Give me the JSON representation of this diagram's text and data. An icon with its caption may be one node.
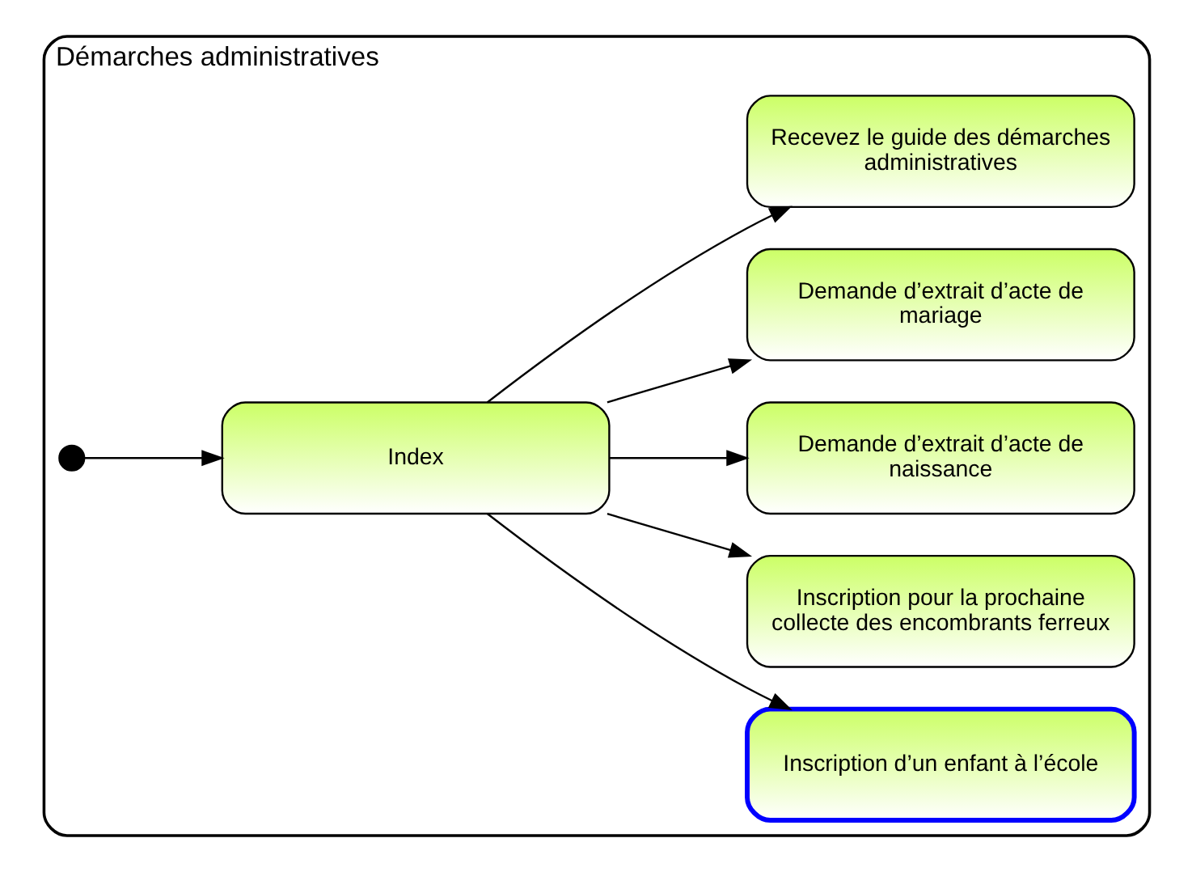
{
  "diagram": {
    "nodes": [
      {
        "text": [
          "Démarches administratives"
        ]
      },
      {
        "text": [],
        "shape": "circle",
        "in": 0
      },
      {
        "text": [
          "Index"
        ],
        "in": 0
      },
      {
        "text": [
          "Inscription d’un enfant à l’école"
        ],
        "in": 0
      },
      {
        "text": [
          "Inscription pour la prochaine collecte des encombrants ferreux"
        ],
        "in": 0
      },
      {
        "text": [
          "Demande d’extrait d’acte de naissance"
        ],
        "in": 0
      },
      {
        "text": [
          "Demande d’extrait d’acte de mariage"
        ],
        "in": 0
      },
      {
        "text": [
          "Recevez le guide des démarches administratives"
        ],
        "in": 0
      }
    ],
    "edges": [
      {
        "from": 1,
        "to": 2,
        "arrow": "to"
      },
      {
        "from": 2,
        "to": 3,
        "arrow": "to"
      },
      {
        "from": 2,
        "to": 4,
        "arrow": "to"
      },
      {
        "from": 2,
        "to": 5,
        "arrow": "to"
      },
      {
        "from": 2,
        "to": 6,
        "arrow": "to"
      },
      {
        "from": 2,
        "to": 7,
        "arrow": "to"
      }
    ]
  }
}
